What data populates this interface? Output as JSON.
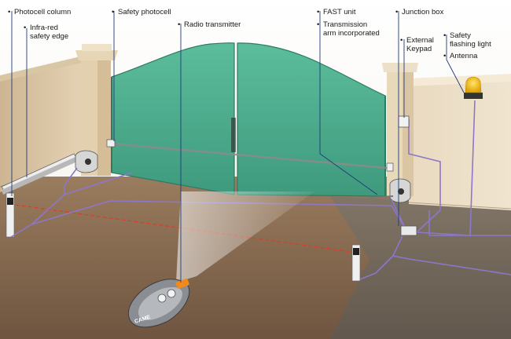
{
  "labels": {
    "photocell_column": "Photocell column",
    "infrared_edge_1": "Infra-red",
    "infrared_edge_2": "safety edge",
    "safety_photocell": "Safety photocell",
    "radio_transmitter": "Radio transmitter",
    "fast_unit": "FAST unit",
    "transmission_arm_1": "Transmission",
    "transmission_arm_2": "arm incorporated",
    "junction_box": "Junction box",
    "external_keypad_1": "External",
    "external_keypad_2": "Keypad",
    "safety_flashing_light_1": "Safety",
    "safety_flashing_light_2": "flashing light",
    "antenna": "Antenna"
  },
  "remote_brand": "CAME",
  "colors": {
    "gate": "#4fb393",
    "wall": "#e4d2b4",
    "pillar": "#ecdcbc",
    "ground": "#8a6d52",
    "cable": "#8d77c9",
    "beam": "#e03a2a",
    "lamp": "#f2b800",
    "leader": "#1f3a7a"
  }
}
